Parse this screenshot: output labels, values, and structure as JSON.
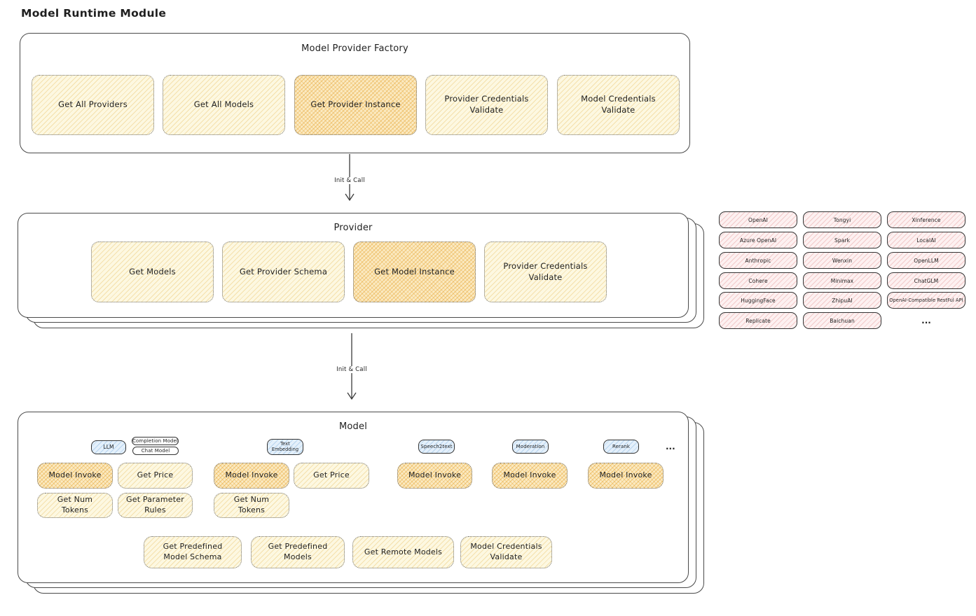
{
  "title": "Model Runtime Module",
  "arrows": {
    "top": "Init & Call",
    "bottom": "Init & Call"
  },
  "factory": {
    "title": "Model Provider Factory",
    "buttons": [
      "Get All Providers",
      "Get All Models",
      "Get Provider Instance",
      "Provider Credentials Validate",
      "Model Credentials Validate"
    ]
  },
  "provider": {
    "title": "Provider",
    "buttons": [
      "Get Models",
      "Get Provider Schema",
      "Get Model Instance",
      "Provider Credentials Validate"
    ]
  },
  "providers_grid": {
    "col1": [
      "OpenAI",
      "Azure OpenAI",
      "Anthropic",
      "Cohere",
      "HuggingFace",
      "Replicate"
    ],
    "col2": [
      "Tongyi",
      "Spark",
      "Wenxin",
      "Minimax",
      "ZhipuAI",
      "Baichuan"
    ],
    "col3": [
      "Xinference",
      "LocalAI",
      "OpenLLM",
      "ChatGLM",
      "OpenAI-Compatible RestFul API",
      "..."
    ]
  },
  "model": {
    "title": "Model",
    "tabs": {
      "llm": "LLM",
      "completion": "Completion Model",
      "chat": "Chat Model",
      "embedding": "Text Embedding",
      "speech": "Speech2text",
      "moderation": "Moderation",
      "rerank": "Rerank",
      "more": "..."
    },
    "llm_buttons": [
      "Model Invoke",
      "Get Price",
      "Get Num Tokens",
      "Get Parameter Rules"
    ],
    "embedding_buttons": [
      "Model Invoke",
      "Get Price",
      "Get Num Tokens"
    ],
    "speech_buttons": [
      "Model Invoke"
    ],
    "moderation_buttons": [
      "Model Invoke"
    ],
    "rerank_buttons": [
      "Model Invoke"
    ],
    "bottom_buttons": [
      "Get Predefined Model Schema",
      "Get Predefined Models",
      "Get Remote Models",
      "Model Credentials Validate"
    ]
  },
  "colors": {
    "ink": "#1f1f1f",
    "panel_border": "#4a4a4a",
    "yellow_fill": "#fdf8e1",
    "yellow_hatch": "#e9c46a",
    "orange_fill": "#fbeac2",
    "orange_hatch": "#e6a83c",
    "pink_fill": "#fdf1f1",
    "pink_hatch": "#e28b8b",
    "blue_fill": "#e4f0fb",
    "blue_hatch": "#6ea8dc"
  }
}
